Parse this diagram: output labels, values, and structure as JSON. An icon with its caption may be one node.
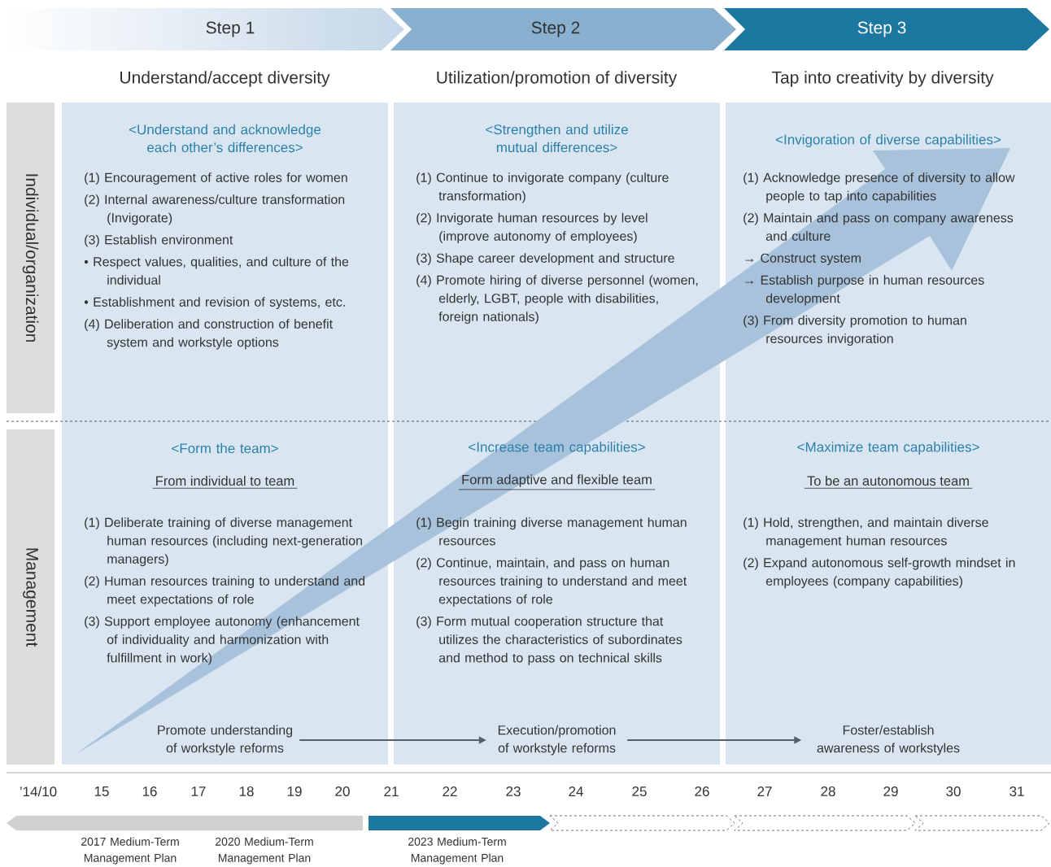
{
  "diagram": {
    "nodes": [
      {
        "text": [
          "Step 1"
        ]
      },
      {
        "text": [
          "Step 2"
        ]
      },
      {
        "text": [
          "Step 3"
        ]
      },
      {
        "text": [
          "Individual/organization"
        ]
      },
      {
        "text": [
          "Management"
        ]
      },
      {
        "text": [
          "<Understand and acknowledge each other’s differences>",
          "(1) Encouragement of active roles for women",
          "(2) Internal awareness/culture transformation (Invigorate)",
          "(3) Establish environment",
          "• Respect values, qualities, and culture of the individual",
          "• Establishment and revision of systems, etc.",
          "(4) Deliberation and construction of benefit system and workstyle options"
        ]
      },
      {
        "text": [
          "<Strengthen and utilize mutual differences>",
          "(1) Continue to invigorate company (culture transformation)",
          "(2) Invigorate human resources by level (improve autonomy of employees)",
          "(3) Shape career development and structure",
          "(4) Promote hiring of diverse personnel (women, elderly, LGBT, people with disabilities, foreign nationals)"
        ]
      },
      {
        "text": [
          "<Invigoration of diverse capabilities>",
          "(1) Acknowledge presence of diversity to allow people to tap into capabilities",
          "(2) Maintain and pass on company awareness and culture",
          "→ Construct system",
          "→ Establish purpose in human resources development",
          "(3) From diversity promotion to human resources invigoration"
        ]
      },
      {
        "text": [
          "<Form the team>",
          "From individual to team",
          "(1) Deliberate training of diverse management human resources (including next-generation managers)",
          "(2) Human resources training to understand and meet expectations of role",
          "(3) Support employee autonomy (enhancement of individuality and harmonization with fulfillment in work)"
        ]
      },
      {
        "text": [
          "<Increase team capabilities>",
          "Form adaptive and flexible team",
          "(1) Begin training diverse management human resources",
          "(2) Continue, maintain, and pass on human resources training to understand and meet expectations of role",
          "(3) Form mutual cooperation structure that utilizes the characteristics of subordinates and method to pass on technical skills"
        ]
      },
      {
        "text": [
          "<Maximize team capabilities>",
          "To be an autonomous team",
          "(1) Hold, strengthen, and maintain diverse management human resources",
          "(2) Expand autonomous self-growth mindset in employees (company capabilities)"
        ]
      },
      {
        "text": [
          "Promote understanding of workstyle reforms"
        ],
        "in": 8
      },
      {
        "text": [
          "Execution/promotion of workstyle reforms"
        ],
        "in": 9
      },
      {
        "text": [
          "Foster/establish awareness of workstyles"
        ],
        "in": 10
      }
    ],
    "edges": [
      {
        "from": 11,
        "to": 12,
        "arrow": "to"
      },
      {
        "from": 12,
        "to": 13,
        "arrow": "to"
      }
    ],
    "labels": [
      "Understand/accept diversity",
      "Utilization/promotion of diversity",
      "Tap into creativity by diversity",
      "’14/10",
      "15",
      "16",
      "17",
      "18",
      "19",
      "20",
      "21",
      "22",
      "23",
      "24",
      "25",
      "26",
      "27",
      "28",
      "29",
      "30",
      "31",
      "2017 Medium-Term Management Plan",
      "2020 Medium-Term Management Plan",
      "2023 Medium-Term Management Plan"
    ]
  }
}
